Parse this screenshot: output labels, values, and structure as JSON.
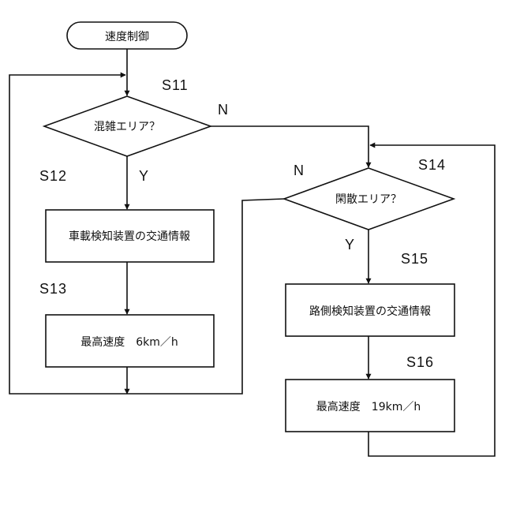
{
  "nodes": {
    "start": "速度制御",
    "decision_congested": "混雑エリア？",
    "process_vehicle_info": "車載検知装置の交通情報",
    "process_max_speed_6": "最高速度　6km／h",
    "decision_quiet": "閑散エリア？",
    "process_roadside_info": "路側検知装置の交通情報",
    "process_max_speed_19": "最高速度　19km／h"
  },
  "steps": {
    "s11": "S11",
    "s12": "S12",
    "s13": "S13",
    "s14": "S14",
    "s15": "S15",
    "s16": "S16"
  },
  "branches": {
    "congested_no": "N",
    "congested_yes": "Y",
    "quiet_no": "N",
    "quiet_yes": "Y"
  },
  "colors": {
    "line": "#111111",
    "background": "#ffffff"
  }
}
